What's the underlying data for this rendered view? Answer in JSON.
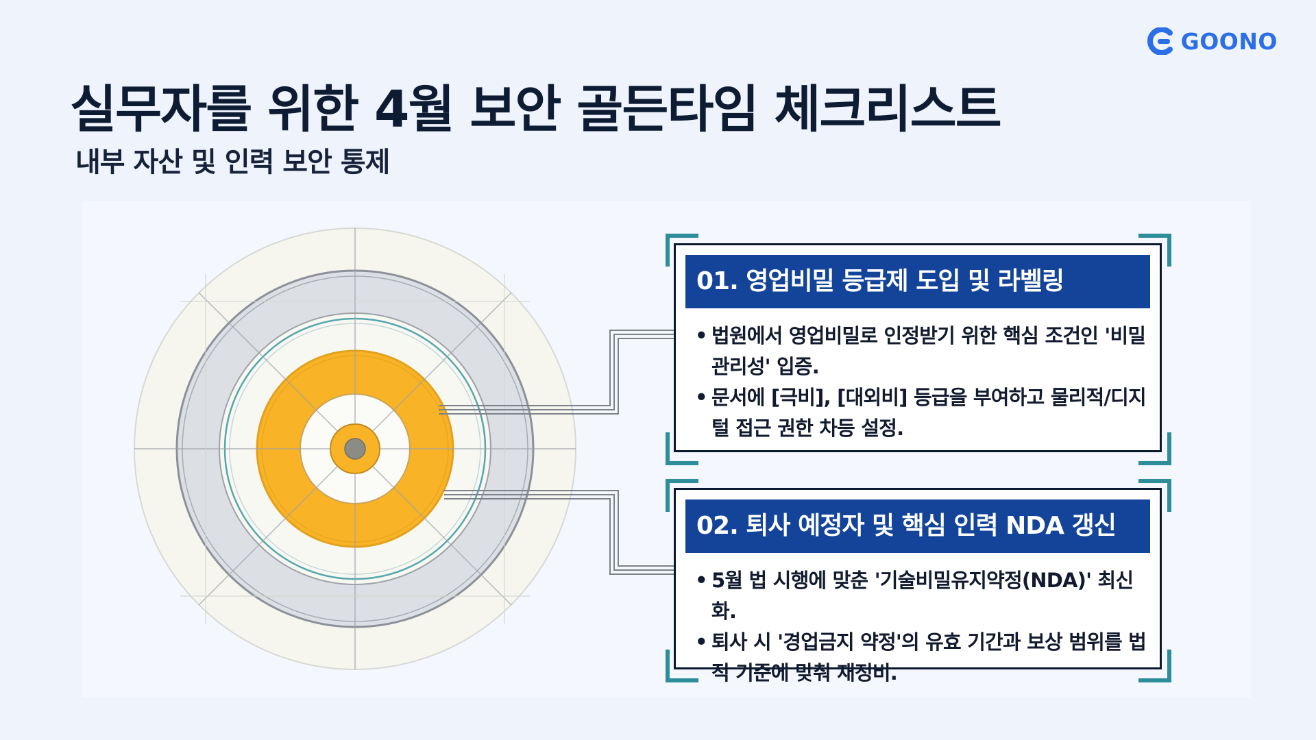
{
  "logo": {
    "text": "GOONO",
    "icon": "goono-logo-icon",
    "color": "#2b6ee8"
  },
  "title": "실무자를 위한 4월 보안 골든타임 체크리스트",
  "subtitle": "내부 자산 및 인력 보안 통제",
  "colors": {
    "accent_orange": "#f9b326",
    "card_header": "#13449a",
    "bracket_teal": "#2e8d9a",
    "ring_gray": "#d9dde4"
  },
  "cards": [
    {
      "heading": "01. 영업비밀 등급제 도입 및 라벨링",
      "bullets": [
        "법원에서 영업비밀로 인정받기 위한 핵심 조건인 '비밀 관리성' 입증.",
        "문서에 [극비], [대외비] 등급을 부여하고 물리적/디지털 접근 권한 차등 설정."
      ]
    },
    {
      "heading": "02. 퇴사 예정자 및 핵심 인력 NDA 갱신",
      "bullets": [
        "5월 법 시행에 맞춘 '기술비밀유지약정(NDA)' 최신화.",
        "퇴사 시 '경업금지 약정'의 유효 기간과 보상 범위를 법적 기준에 맞춰 재정비."
      ]
    }
  ]
}
